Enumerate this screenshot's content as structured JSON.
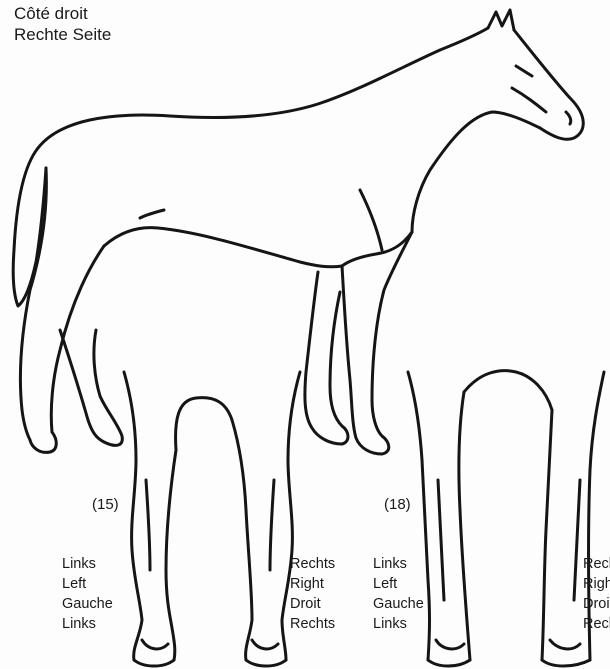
{
  "header": {
    "title_fr": "Côté droit",
    "title_de": "Rechte Seite"
  },
  "panel_15": {
    "number": "(15)",
    "left_labels": [
      "Links",
      "Left",
      "Gauche",
      "Links"
    ],
    "right_labels": [
      "Rechts",
      "Right",
      "Droit",
      "Rechts"
    ]
  },
  "panel_18": {
    "number": "(18)",
    "left_labels": [
      "Links",
      "Left",
      "Gauche",
      "Links"
    ],
    "right_labels": [
      "Rechts",
      "Right",
      "Droit",
      "Rechts"
    ]
  },
  "colors": {
    "line": "#151515",
    "paper": "#fdfdfd"
  }
}
